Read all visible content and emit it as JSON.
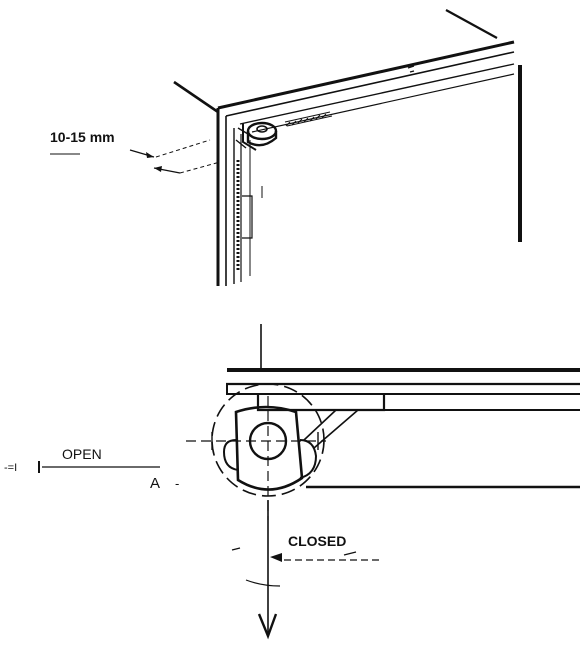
{
  "labels": {
    "gap_dimension": "10-15 mm",
    "open": "OPEN",
    "point_a": "A",
    "a_dash": "-",
    "left_marker": "-=I",
    "closed": "CLOSED"
  }
}
